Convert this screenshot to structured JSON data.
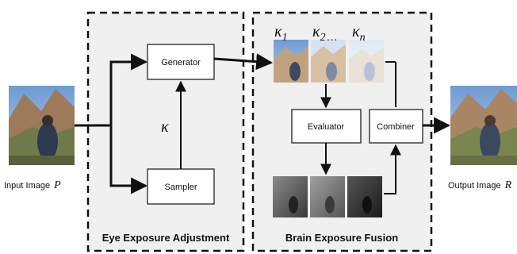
{
  "input": {
    "label": "Input Image",
    "var": "P"
  },
  "output": {
    "label": "Output Image",
    "var": "R"
  },
  "regions": {
    "eye": "Eye Exposure Adjustment",
    "brain": "Brain Exposure Fusion"
  },
  "blocks": {
    "generator": "Generator",
    "sampler": "Sampler",
    "evaluator": "Evaluator",
    "combiner": "Combiner"
  },
  "kappa": "κ",
  "exposures": {
    "k1": {
      "sym": "κ",
      "sub": "1"
    },
    "k2": {
      "sym": "κ",
      "sub": "2",
      "suffix": "…"
    },
    "kn": {
      "sym": "κ",
      "sub": "n"
    }
  },
  "colors": {
    "sky": "#7fa6d6",
    "mountain": "#9c7a5a",
    "border": "#111111",
    "region_fill": "#f0f0f0"
  }
}
